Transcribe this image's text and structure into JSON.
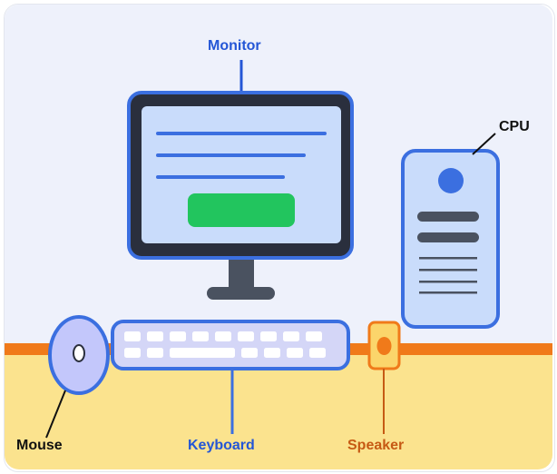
{
  "labels": {
    "monitor": "Monitor",
    "cpu": "CPU",
    "mouse": "Mouse",
    "keyboard": "Keyboard",
    "speaker": "Speaker"
  },
  "colors": {
    "wall": "#eef1fb",
    "floor": "#fbe38e",
    "desk_edge": "#f07a1a",
    "outline_blue": "#3b6fe0",
    "screen_fill": "#c9dcfb",
    "monitor_bezel": "#2a2f3d",
    "button_green": "#22c55e",
    "stand_gray": "#4a5260",
    "cpu_fill": "#c9dcfb",
    "mouse_fill": "#c3c7fb",
    "keyboard_fill": "#d4d6f7",
    "speaker_fill": "#fbd56b",
    "speaker_cone": "#f07a1a",
    "label_blue": "#2456d6",
    "label_black": "#111111",
    "label_orange": "#c65a14"
  }
}
